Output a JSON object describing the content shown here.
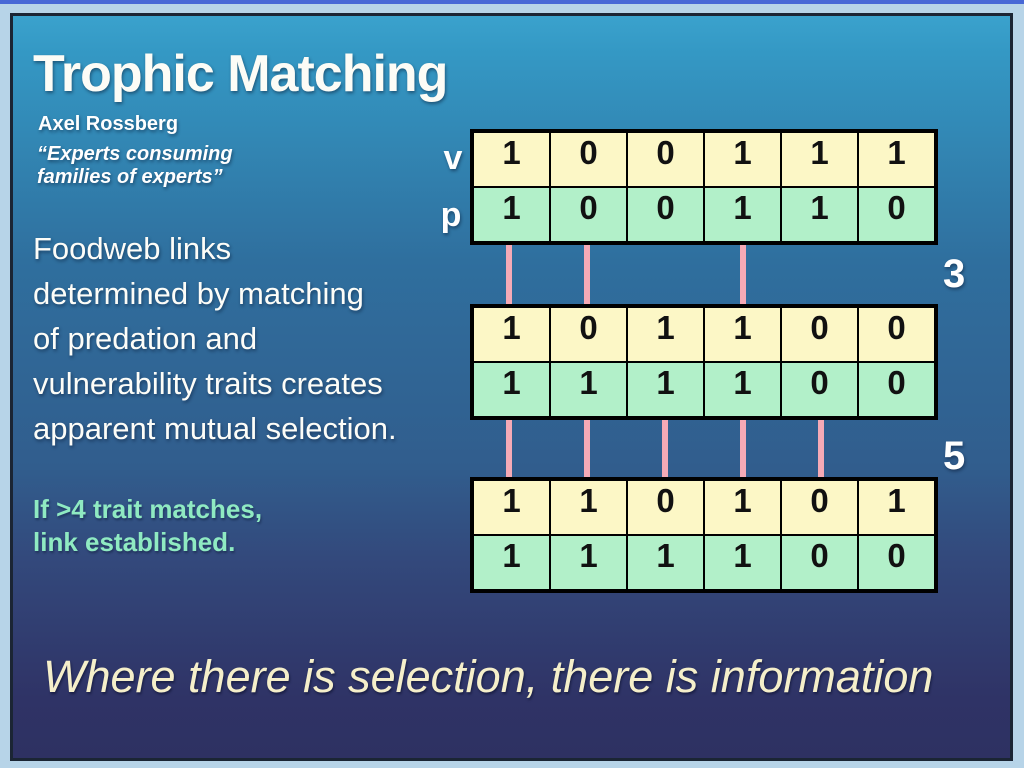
{
  "slide": {
    "title": "Trophic Matching",
    "author": "Axel Rossberg",
    "quote": [
      "“Experts consuming",
      "families of experts”"
    ],
    "body": [
      "Foodweb links",
      "determined by matching",
      "of predation and",
      "vulnerability traits creates",
      "apparent mutual selection."
    ],
    "note": [
      "If >4 trait matches,",
      "link established."
    ],
    "footer": "Where there is selection, there is information"
  },
  "diagram": {
    "row_labels": [
      "v",
      "p"
    ],
    "tables": [
      {
        "rows": [
          [
            1,
            0,
            0,
            1,
            1,
            1
          ],
          [
            1,
            0,
            0,
            1,
            1,
            0
          ]
        ]
      },
      {
        "rows": [
          [
            1,
            0,
            1,
            1,
            0,
            0
          ],
          [
            1,
            1,
            1,
            1,
            0,
            0
          ]
        ]
      },
      {
        "rows": [
          [
            1,
            1,
            0,
            1,
            0,
            1
          ],
          [
            1,
            1,
            1,
            1,
            0,
            0
          ]
        ]
      }
    ],
    "connectors": [
      {
        "between": "table1-table2",
        "columns": [
          1,
          2,
          4
        ],
        "label": "3"
      },
      {
        "between": "table2-table3",
        "columns": [
          1,
          2,
          3,
          4,
          5
        ],
        "label": "5"
      }
    ]
  },
  "colors": {
    "background_top": "#3aa2cd",
    "background_bottom": "#2e3162",
    "frame": "#b7d4e8",
    "frame_top_strip": "#4768d6",
    "row_v_fill": "#fcf7c6",
    "row_p_fill": "#b2f0c9",
    "connector_pink": "#f5aab6",
    "note_green": "#8feac2",
    "footer_cream": "#f5efca"
  }
}
